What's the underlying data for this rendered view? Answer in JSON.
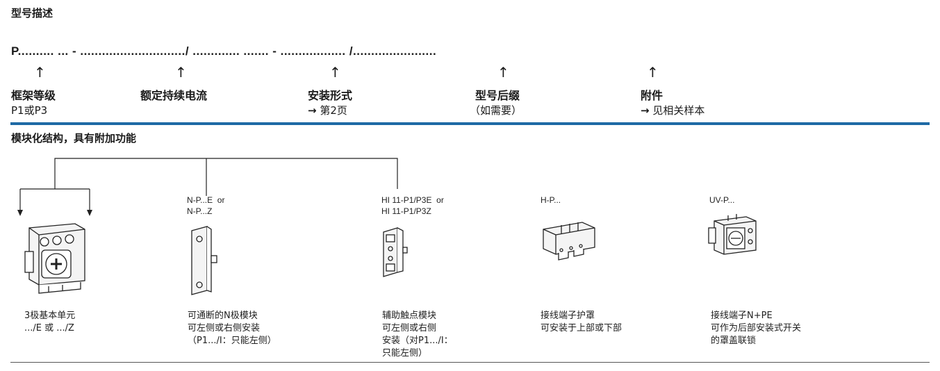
{
  "section1": {
    "title": "型号描述",
    "code_pattern": "P.......... ... - ............................./ ............. ....... - .................. /.......................",
    "fields": [
      {
        "label": "框架等级",
        "sub": "P1或P3"
      },
      {
        "label": "额定持续电流",
        "sub": ""
      },
      {
        "label": "安装形式",
        "sub": "第2页"
      },
      {
        "label": "型号后缀",
        "sub": "（如需要）"
      },
      {
        "label": "附件",
        "sub": "见相关样本"
      }
    ]
  },
  "section2": {
    "title": "模块化结构，具有附加功能",
    "items": [
      {
        "name": "",
        "desc": "3极基本单元\n.../E 或 .../Z",
        "icon": "base-unit-3pole-icon"
      },
      {
        "name": "N-P...E  or\nN-P...Z",
        "desc": "可通断的N极模块\n可左侧或右侧安装\n（P1.../I：只能左侧）",
        "icon": "n-pole-module-icon"
      },
      {
        "name": "HI 11-P1/P3E  or\nHI 11-P1/P3Z",
        "desc": "辅助触点模块\n可左侧或右侧\n安装（对P1.../I：\n只能左侧）",
        "icon": "aux-contact-module-icon"
      },
      {
        "name": "H-P...",
        "desc": "接线端子护罩\n可安装于上部或下部",
        "icon": "terminal-shroud-icon"
      },
      {
        "name": "UV-P...",
        "desc": "接线端子N+PE\n可作为后部安装式开关\n的罩盖联锁",
        "icon": "terminal-npe-icon"
      }
    ]
  },
  "colors": {
    "accent_rule": "#1f6aa5",
    "text": "#1a1a1a"
  }
}
